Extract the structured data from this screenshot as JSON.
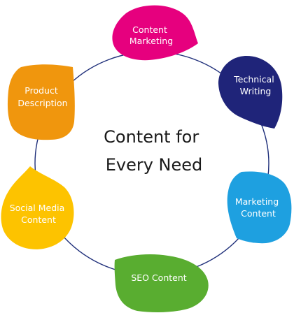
{
  "center": {
    "line1": "Content for",
    "line2": "Every Need"
  },
  "nodes": [
    {
      "id": "content-marketing",
      "line1": "Content",
      "line2": "Marketing",
      "color": "#e6007e"
    },
    {
      "id": "technical-writing",
      "line1": "Technical",
      "line2": "Writing",
      "color": "#1f2479"
    },
    {
      "id": "marketing-content",
      "line1": "Marketing",
      "line2": "Content",
      "color": "#1ea0e0"
    },
    {
      "id": "seo-content",
      "line1": "SEO Content",
      "line2": "",
      "color": "#59ad30"
    },
    {
      "id": "social-media-content",
      "line1": "Social Media",
      "line2": "Content",
      "color": "#fdc300"
    },
    {
      "id": "product-description",
      "line1": "Product",
      "line2": "Description",
      "color": "#f0960d"
    }
  ],
  "ring_color": "#1f2f7a"
}
